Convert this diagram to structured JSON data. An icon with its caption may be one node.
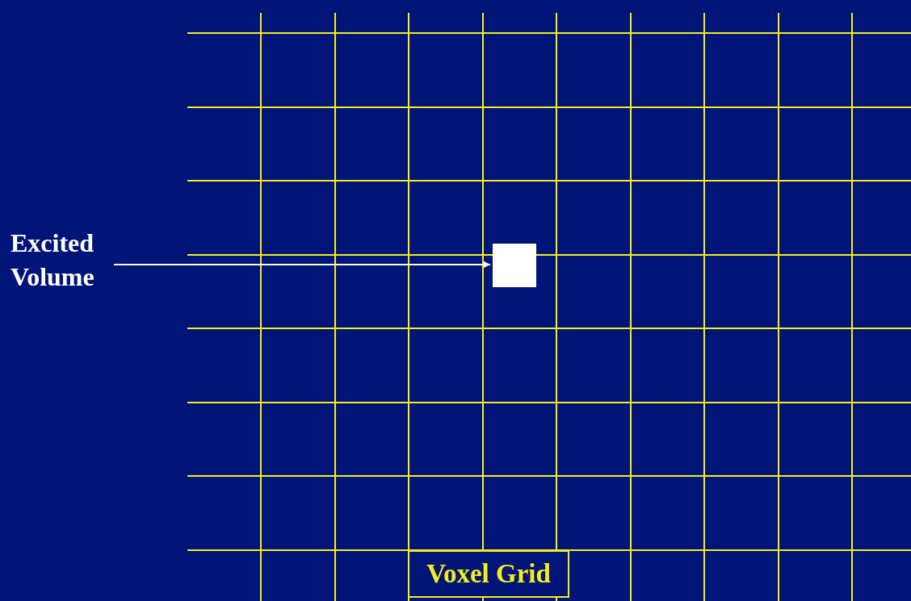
{
  "diagram": {
    "nodes": [
      {
        "text": [
          "Excited Volume"
        ]
      },
      {
        "text": [],
        "shape": "box"
      },
      {
        "text": [
          "Voxel Grid"
        ]
      }
    ],
    "edges": [
      {
        "from": 0,
        "to": 1,
        "arrow": "to"
      }
    ]
  }
}
